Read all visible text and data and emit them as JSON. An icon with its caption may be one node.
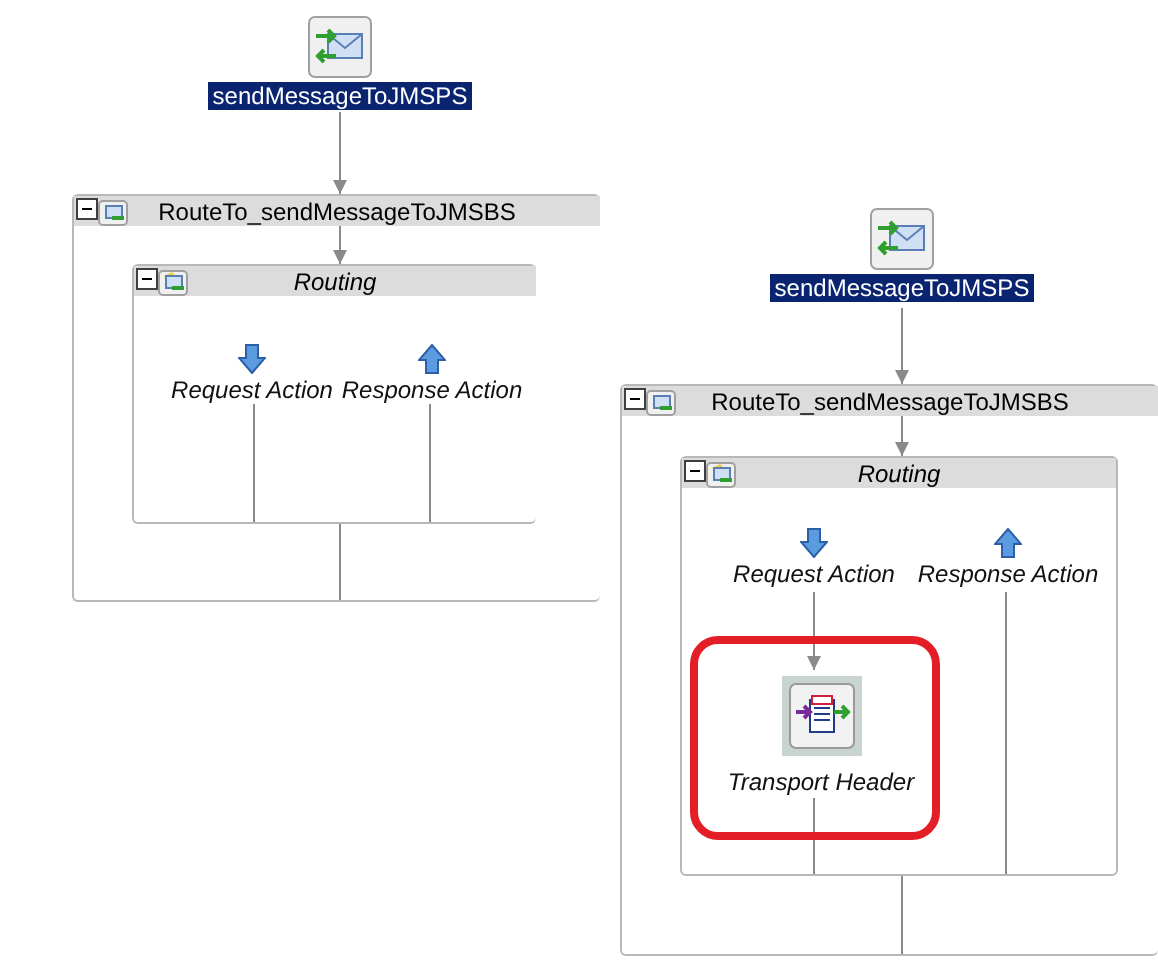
{
  "diagram": {
    "nodes": [
      {
        "text": [
          "sendMessageToJMSPS"
        ]
      },
      {
        "text": [
          "RouteTo_sendMessageToJMSBS"
        ]
      },
      {
        "text": [
          "Routing"
        ],
        "in": 1
      },
      {
        "text": [
          "Request Action"
        ],
        "in": 2
      },
      {
        "text": [
          "Response Action"
        ],
        "in": 2
      },
      {
        "text": [
          "sendMessageToJMSPS"
        ]
      },
      {
        "text": [
          "RouteTo_sendMessageToJMSBS"
        ]
      },
      {
        "text": [
          "Routing"
        ],
        "in": 6
      },
      {
        "text": [
          "Request Action"
        ],
        "in": 7
      },
      {
        "text": [
          "Response Action"
        ],
        "in": 7
      },
      {
        "text": [],
        "shape": "box",
        "in": 7
      },
      {
        "text": [
          "Transport Header"
        ],
        "in": 10
      }
    ],
    "edges": [
      {
        "from": 0,
        "to": 1,
        "arrow": "to"
      },
      {
        "from": 1,
        "to": 2,
        "arrow": "to"
      },
      {
        "from": 3,
        "to": 2,
        "arrow": "none"
      },
      {
        "from": 4,
        "to": 2,
        "arrow": "none"
      },
      {
        "from": 2,
        "to": 1,
        "arrow": "none"
      },
      {
        "from": 5,
        "to": 6,
        "arrow": "to"
      },
      {
        "from": 6,
        "to": 7,
        "arrow": "to"
      },
      {
        "from": 8,
        "to": 11,
        "arrow": "to"
      },
      {
        "from": 11,
        "to": 7,
        "arrow": "none"
      },
      {
        "from": 9,
        "to": 7,
        "arrow": "none"
      },
      {
        "from": 7,
        "to": 6,
        "arrow": "none"
      }
    ]
  }
}
